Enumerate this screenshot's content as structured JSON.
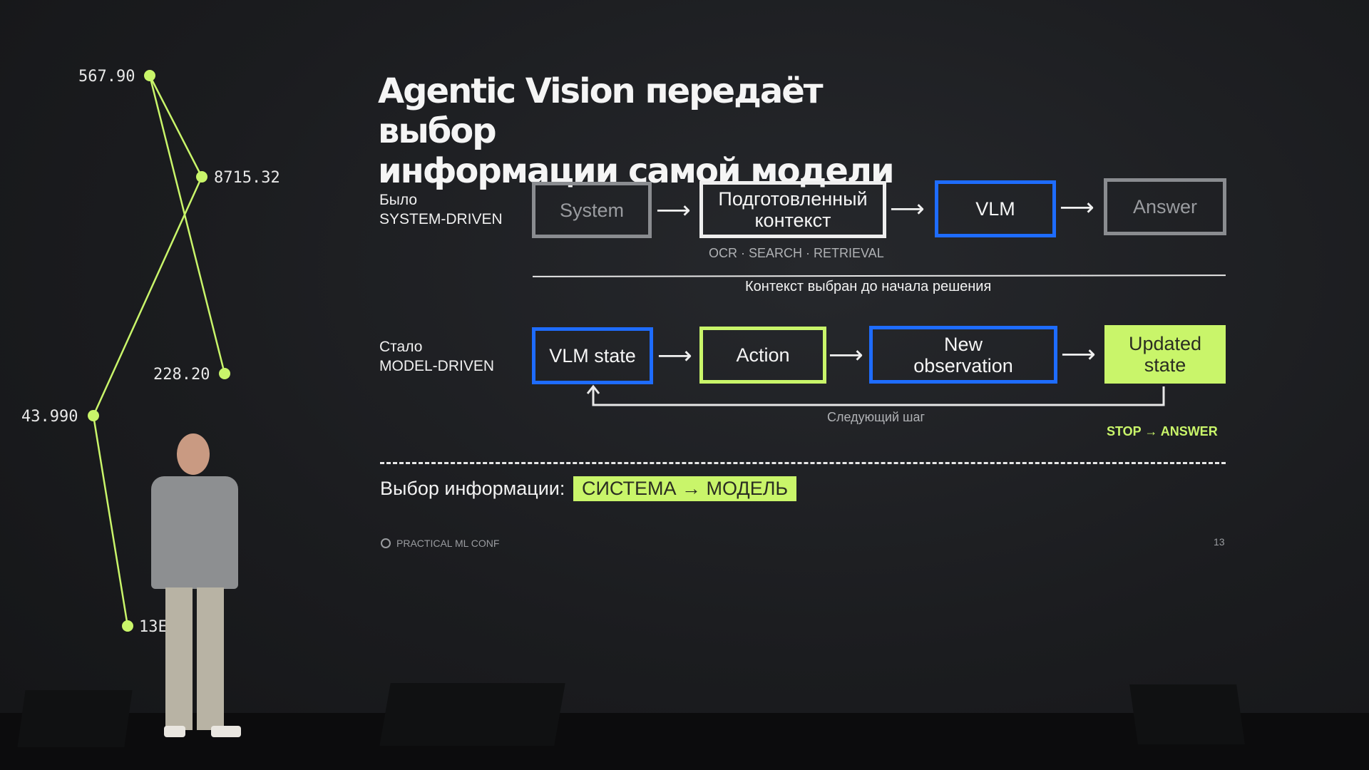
{
  "graph": {
    "labels": [
      "567.90",
      "8715.32",
      "228.20",
      "43.990",
      "13E   9"
    ],
    "color": "#c9f56a"
  },
  "slide": {
    "title_line1": "Agentic Vision передаёт выбор",
    "title_line2": "информации самой модели",
    "row1": {
      "label_line1": "Было",
      "label_line2": "SYSTEM-DRIVEN",
      "boxes": [
        "System",
        "Подготовленный контекст",
        "VLM",
        "Answer"
      ],
      "sub": "OCR · SEARCH · RETRIEVAL"
    },
    "divider_note": "Контекст выбран до начала решения",
    "row2": {
      "label_line1": "Стало",
      "label_line2": "MODEL-DRIVEN",
      "boxes": [
        "VLM state",
        "Action",
        "New observation",
        "Updated state"
      ],
      "loop_label": "Следующий шаг",
      "stop": "STOP → ANSWER"
    },
    "choice_label": "Выбор информации:",
    "choice_value": "СИСТЕМА → МОДЕЛЬ",
    "footer_brand": "PRACTICAL ML CONF",
    "page_number": "13",
    "colors": {
      "accent_green": "#c9f56a",
      "accent_blue": "#1e6cff"
    }
  }
}
